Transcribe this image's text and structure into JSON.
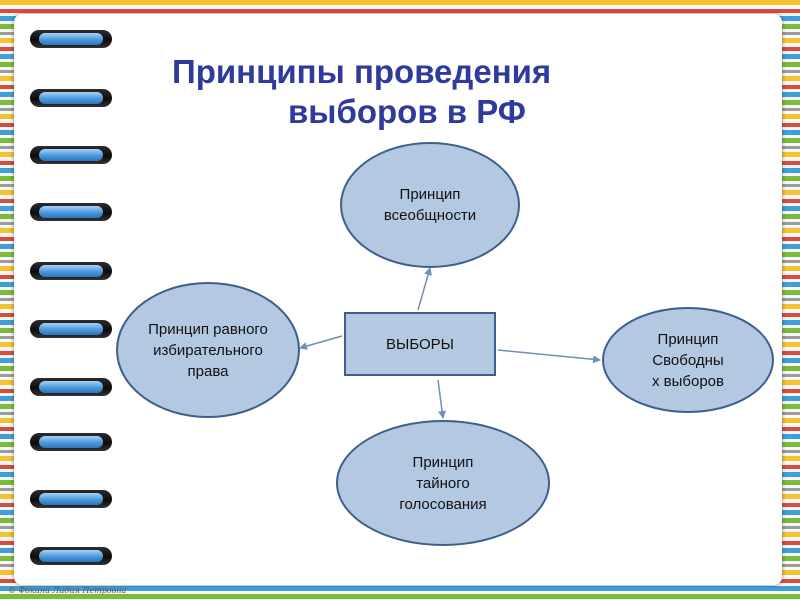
{
  "title": {
    "line1": "Принципы проведения",
    "line2": "выборов в РФ"
  },
  "diagram": {
    "center": "ВЫБОРЫ",
    "nodes": {
      "universal": "Принцип\nвсеобщности",
      "equal": "Принцип равного\nизбирательного\nправа",
      "free": "Принцип\nСвободны\nх выборов",
      "secret": "Принцип\nтайного\nголосования"
    }
  },
  "footer": {
    "copyright": "© Фокина Лидия Петровна"
  },
  "colors": {
    "title": "#2f3a9d",
    "node_fill": "#b3c9e1",
    "node_border": "#3d5f8c",
    "arrow": "#6e8fb7"
  }
}
